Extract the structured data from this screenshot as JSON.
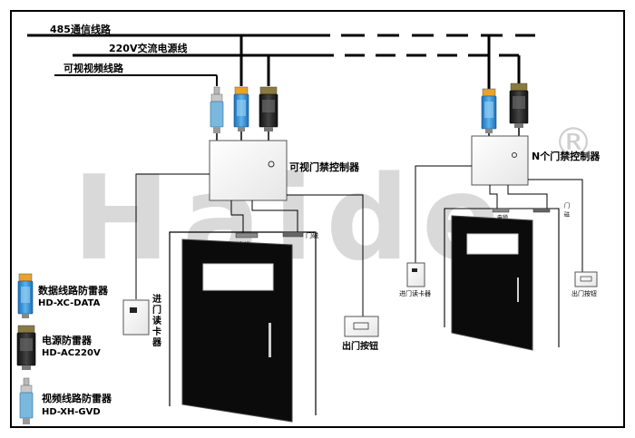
{
  "watermark": {
    "text": "Haide",
    "mark": "®"
  },
  "lines": {
    "rs485": "485通信线路",
    "power": "220V交流电源线",
    "video": "可视视频线路"
  },
  "left_unit": {
    "controller": "可视门禁控制器",
    "lock": "电锁",
    "door_magnet": "门磁",
    "reader": [
      "进",
      "门",
      "读",
      "卡",
      "器"
    ],
    "exit_button": "出门按钮"
  },
  "right_unit": {
    "controller": "N个门禁控制器",
    "lock": "电锁",
    "door_magnet": [
      "门",
      "磁"
    ],
    "reader": "进门读卡器",
    "exit_button": "出门按钮"
  },
  "legend": [
    {
      "name": "数据线路防雷器",
      "model": "HD-XC-DATA",
      "icon": "data-surge-protector-icon"
    },
    {
      "name": "电源防雷器",
      "model": "HD-AC220V",
      "icon": "power-surge-protector-icon"
    },
    {
      "name": "视频线路防雷器",
      "model": "HD-XH-GVD",
      "icon": "video-surge-protector-icon"
    }
  ],
  "colors": {
    "data_spd": "#2f8fd6",
    "power_spd": "#2a2a2a",
    "video_spd": "#7ab8de",
    "watermark": "#d9d9d9"
  }
}
